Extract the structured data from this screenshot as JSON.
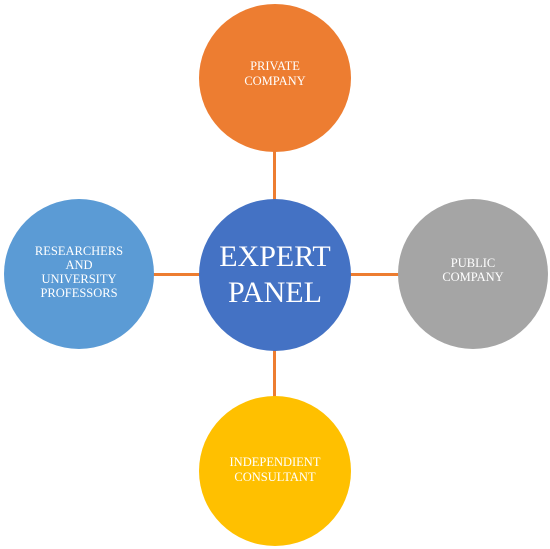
{
  "diagram": {
    "center": {
      "label": "EXPERT\nPANEL",
      "color": "#4472c4"
    },
    "top": {
      "label": "PRIVATE\nCOMPANY",
      "color": "#ed7d31"
    },
    "left": {
      "label": "RESEARCHERS\nAND\nUNIVERSITY\nPROFESSORS",
      "color": "#5b9bd5"
    },
    "right": {
      "label": "PUBLIC\nCOMPANY",
      "color": "#a5a5a5"
    },
    "bottom": {
      "label": "INDEPENDIENT\nCONSULTANT",
      "color": "#ffc000"
    },
    "connector_color": "#ed7d31"
  }
}
